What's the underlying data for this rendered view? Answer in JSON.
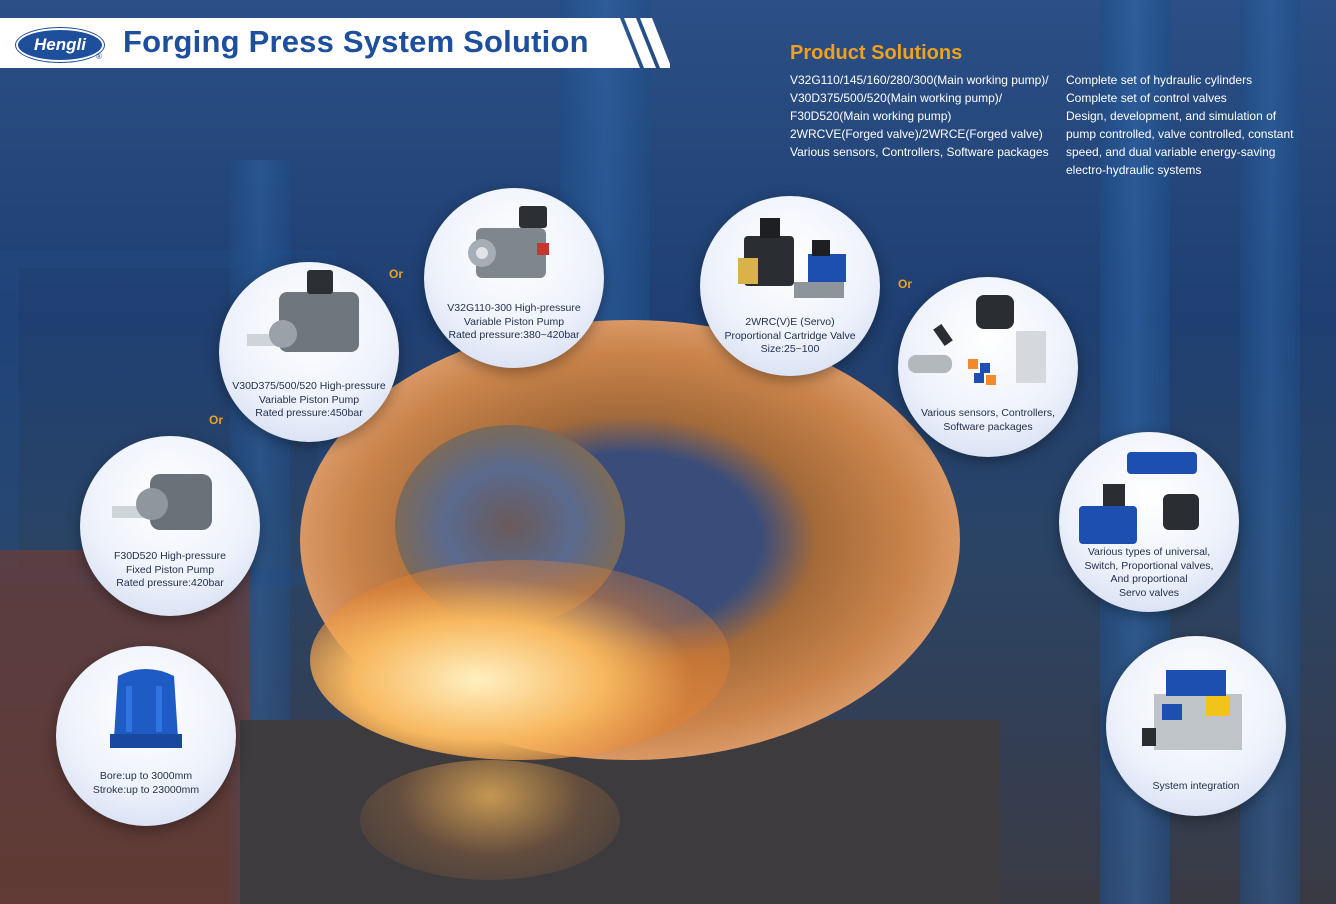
{
  "header": {
    "logo": "Hengli",
    "registered": "®",
    "title": "Forging Press System Solution"
  },
  "product_solutions": {
    "title": "Product Solutions",
    "left_lines": [
      "V32G110/145/160/280/300(Main working pump)/",
      "V30D375/500/520(Main working pump)/",
      "F30D520(Main working pump)",
      "2WRCVE(Forged valve)/2WRCE(Forged valve)",
      "Various sensors, Controllers, Software packages"
    ],
    "right_lines": [
      "Complete set of hydraulic cylinders",
      "Complete set of control valves",
      "Design, development, and simulation of",
      "pump controlled, valve controlled, constant",
      "speed, and dual variable energy-saving",
      "electro-hydraulic systems"
    ]
  },
  "or_label": "Or",
  "bubbles": {
    "v32g": [
      "V32G110-300 High-pressure",
      "Variable Piston Pump",
      "Rated pressure:380~420bar"
    ],
    "v30d": [
      "V30D375/500/520 High-pressure",
      "Variable Piston Pump",
      "Rated pressure:450bar"
    ],
    "f30d": [
      "F30D520 High-pressure",
      "Fixed Piston Pump",
      "Rated pressure:420bar"
    ],
    "cylinder": [
      "Bore:up to 3000mm",
      "Stroke:up to 23000mm"
    ],
    "valve2wrc": [
      "2WRC(V)E (Servo)",
      "Proportional Cartridge Valve",
      "Size:25~100"
    ],
    "sensors": [
      "Various sensors, Controllers,",
      "Software packages"
    ],
    "valves": [
      "Various types of universal,",
      "Switch, Proportional valves,",
      "And proportional",
      "Servo valves"
    ],
    "system": [
      "System integration"
    ]
  },
  "colors": {
    "brand_blue": "#1e4f9c",
    "accent_orange": "#f0a11e"
  }
}
